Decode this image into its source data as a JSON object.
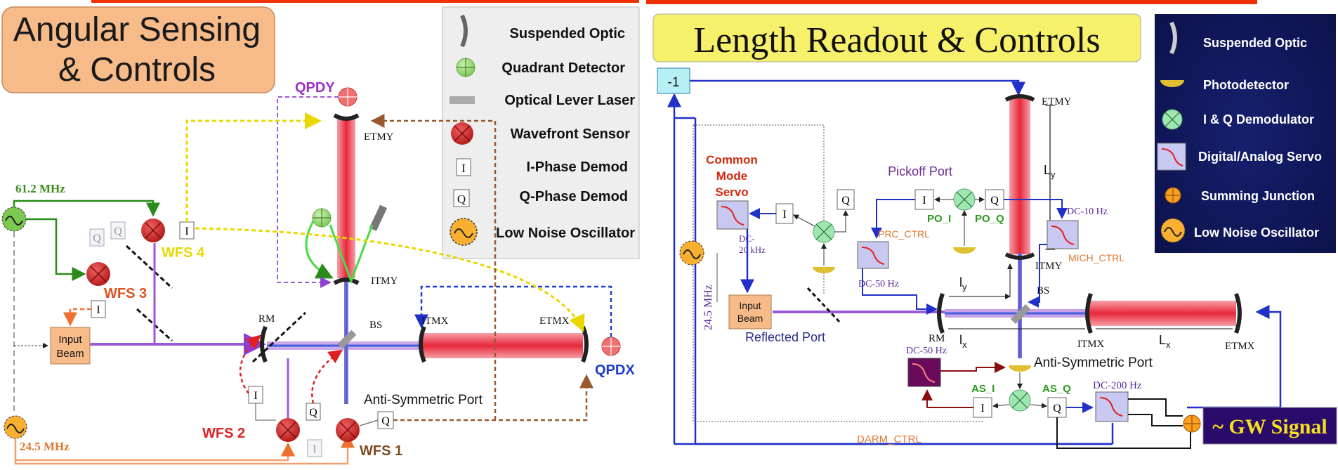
{
  "left": {
    "title_line1": "Angular Sensing",
    "title_line2": "& Controls",
    "legend": [
      {
        "icon": "suspended-optic-icon",
        "label": "Suspended Optic"
      },
      {
        "icon": "quadrant-detector-icon",
        "label": "Quadrant Detector"
      },
      {
        "icon": "optical-lever-laser-icon",
        "label": "Optical Lever Laser"
      },
      {
        "icon": "wavefront-sensor-icon",
        "label": "Wavefront Sensor"
      },
      {
        "icon": "i-phase-icon",
        "label": "I-Phase Demod"
      },
      {
        "icon": "q-phase-icon",
        "label": "Q-Phase Demod"
      },
      {
        "icon": "oscillator-icon",
        "label": "Low Noise Oscillator"
      }
    ],
    "labels": {
      "qpdy": "QPDY",
      "qpdx": "QPDX",
      "etmy": "ETMY",
      "itmy": "ITMY",
      "itmx": "ITMX",
      "etmx": "ETMX",
      "rm": "RM",
      "bs": "BS",
      "freq_61": "61.2 MHz",
      "freq_24": "24.5 MHz",
      "wfs1": "WFS 1",
      "wfs2": "WFS 2",
      "wfs3": "WFS 3",
      "wfs4": "WFS 4",
      "input_beam_1": "Input",
      "input_beam_2": "Beam",
      "as_port": "Anti-Symmetric Port",
      "i": "I",
      "q": "Q"
    }
  },
  "right": {
    "title": "Length Readout & Controls",
    "legend": [
      {
        "icon": "suspended-optic-icon",
        "label": "Suspended Optic"
      },
      {
        "icon": "photodetector-icon",
        "label": "Photodetector"
      },
      {
        "icon": "iq-demodulator-icon",
        "label": "I & Q Demodulator"
      },
      {
        "icon": "servo-icon",
        "label": "Digital/Analog Servo"
      },
      {
        "icon": "summing-junction-icon",
        "label": "Summing Junction"
      },
      {
        "icon": "oscillator-icon",
        "label": "Low Noise Oscillator"
      }
    ],
    "labels": {
      "minus_one": "-1",
      "etmy": "ETMY",
      "itmy": "ITMY",
      "etmx": "ETMX",
      "itmx": "ITMX",
      "rm": "RM",
      "bs": "BS",
      "ly": "L",
      "ly_sub": "y",
      "lx": "L",
      "lx_sub": "x",
      "sly": "l",
      "sly_sub": "y",
      "slx": "l",
      "slx_sub": "x",
      "cms_1": "Common",
      "cms_2": "Mode",
      "cms_3": "Servo",
      "dc20k_1": "DC-",
      "dc20k_2": "20 kHz",
      "pickoff": "Pickoff Port",
      "po_i": "PO_I",
      "po_q": "PO_Q",
      "prc_ctrl": "PRC_CTRL",
      "dc50_a": "DC-50 Hz",
      "dc10": "DC-10 Hz",
      "mich_ctrl": "MICH_CTRL",
      "freq_24": "24.5 MHz",
      "input_beam_1": "Input",
      "input_beam_2": "Beam",
      "reflected": "Reflected Port",
      "dc50_b": "DC-50 Hz",
      "as_port": "Anti-Symmetric Port",
      "as_i": "AS_I",
      "as_q": "AS_Q",
      "dc200": "DC-200 Hz",
      "darm": "DARM_CTRL",
      "gw": "~ GW Signal",
      "i": "I",
      "q": "Q"
    }
  }
}
